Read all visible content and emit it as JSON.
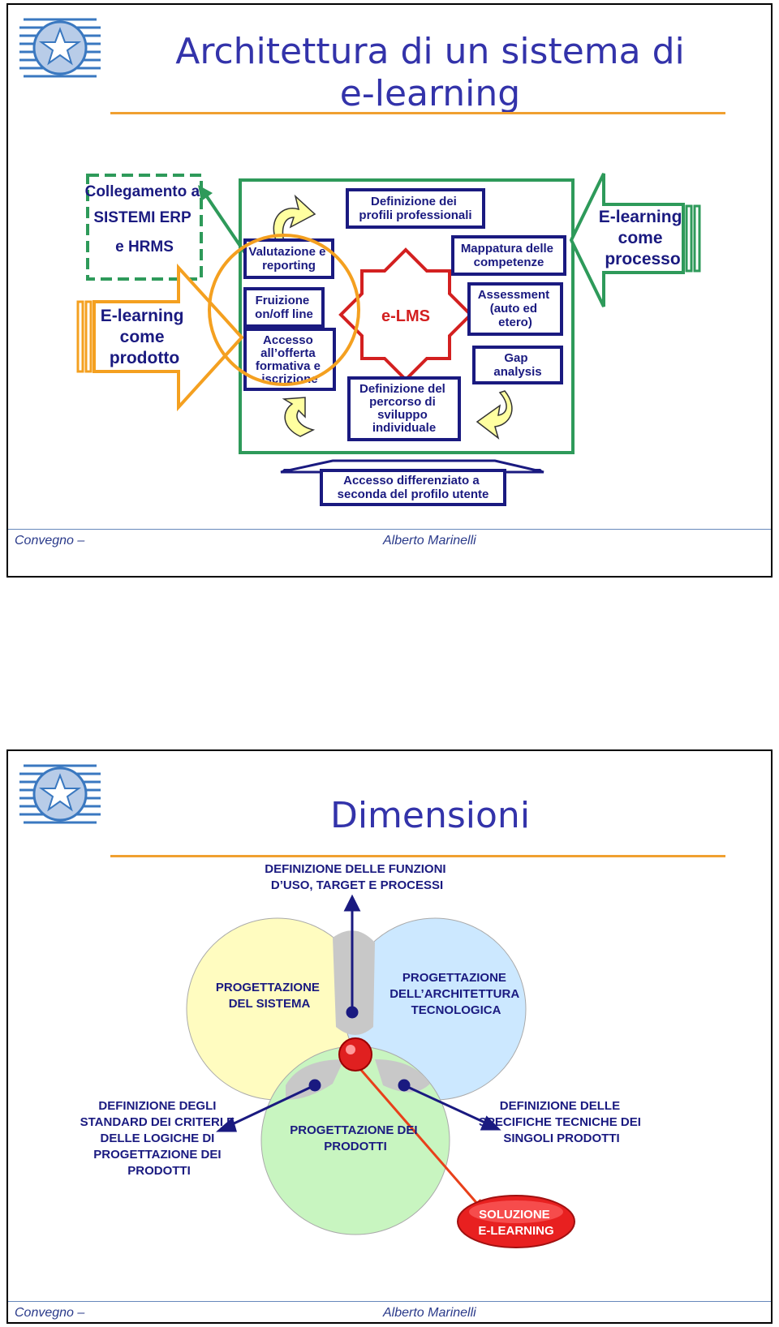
{
  "slide1": {
    "title_line1": "Architettura di un sistema di",
    "title_line2": "e-learning",
    "footer_left": "Convegno –",
    "footer_right": "Alberto Marinelli",
    "diagram": {
      "erp_box": [
        "Collegamento a",
        "SISTEMI ERP",
        "e HRMS"
      ],
      "prodotto_arrow": [
        "E-learning",
        "come",
        "prodotto"
      ],
      "processo_arrow": [
        "E-learning",
        "come",
        "processo"
      ],
      "center": "e-LMS",
      "boxes": {
        "profili": [
          "Definizione dei",
          "profili professionali"
        ],
        "valutazione": [
          "Valutazione e",
          "reporting"
        ],
        "mappatura": [
          "Mappatura delle",
          "competenze"
        ],
        "fruizione": [
          "Fruizione",
          "on/off line"
        ],
        "assessment": [
          "Assessment",
          "(auto ed",
          "etero)"
        ],
        "accesso": [
          "Accesso",
          "all’offerta",
          "formativa e",
          "iscrizione"
        ],
        "gap": [
          "Gap",
          "analysis"
        ],
        "percorso": [
          "Definizione del",
          "percorso di",
          "sviluppo",
          "individuale"
        ],
        "differenziato": [
          "Accesso differenziato a",
          "seconda del profilo utente"
        ]
      }
    }
  },
  "slide2": {
    "title": "Dimensioni",
    "footer_left": "Convegno –",
    "footer_right": "Alberto Marinelli",
    "diagram": {
      "top_label": [
        "DEFINIZIONE DELLE FUNZIONI",
        "D’USO, TARGET E PROCESSI"
      ],
      "circle_yellow": [
        "PROGETTAZIONE",
        "DEL SISTEMA"
      ],
      "circle_blue": [
        "PROGETTAZIONE",
        "DELL’ARCHITETTURA",
        "TECNOLOGICA"
      ],
      "circle_green": [
        "PROGETTAZIONE DEI",
        "PRODOTTI"
      ],
      "left_label": [
        "DEFINIZIONE DEGLI",
        "STANDARD DEI CRITERI E",
        "DELLE LOGICHE DI",
        "PROGETTAZIONE DEI",
        "PRODOTTI"
      ],
      "right_label": [
        "DEFINIZIONE DELLE",
        "SPECIFICHE TECNICHE DEI",
        "SINGOLI PRODOTTI"
      ],
      "solution": [
        "SOLUZIONE",
        "E-LEARNING"
      ]
    }
  },
  "colors": {
    "title_blue": "#3333aa",
    "rule_orange": "#f0a030",
    "box_navy": "#1a1a80",
    "frame_green": "#2e9a5a",
    "star_red": "#d32020",
    "orange": "#f4a020"
  }
}
